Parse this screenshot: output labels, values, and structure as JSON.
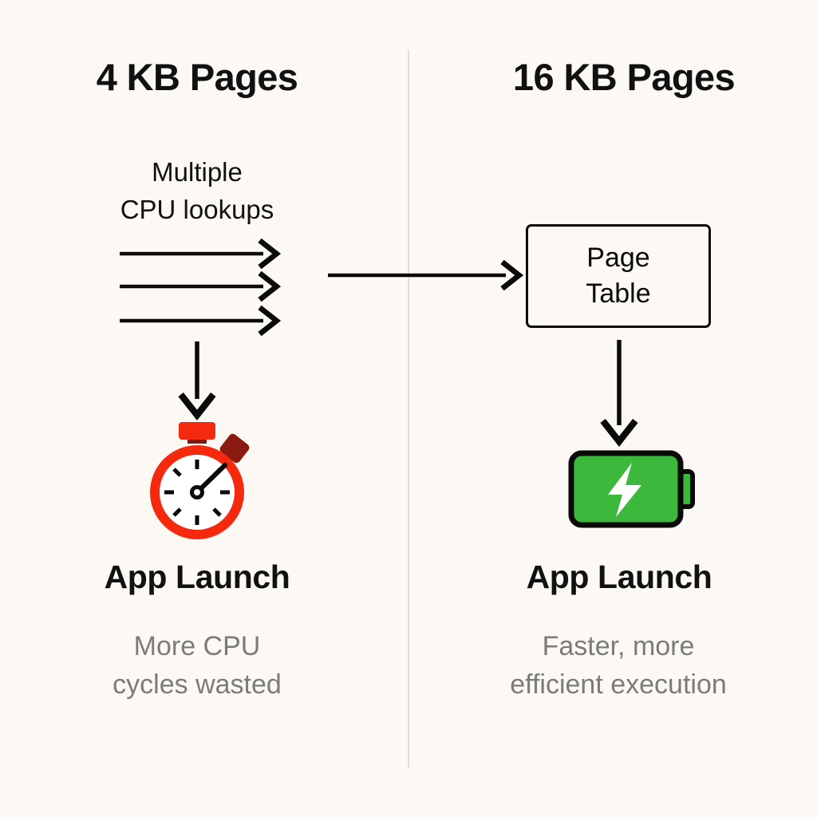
{
  "background_color": "#FCF8F3",
  "divider": {
    "color": "#E2DFDA"
  },
  "left_column": {
    "title": "4 KB Pages",
    "lookups_label": "Multiple\nCPU lookups",
    "lookup_arrow_count": 3,
    "icon": "stopwatch-icon",
    "icon_colors": {
      "body": "#F4290E",
      "button": "#8B1A10",
      "face": "#FFFFFF",
      "hand": "#0A0A0A"
    },
    "outcome_title": "App Launch",
    "outcome_sub": "More CPU\ncycles wasted"
  },
  "right_column": {
    "title": "16 KB Pages",
    "box_label": "Page\nTable",
    "icon": "battery-charging-icon",
    "icon_colors": {
      "fill": "#3CB83C",
      "outline": "#0A0A0A",
      "bolt": "#FFFFFF"
    },
    "outcome_title": "App Launch",
    "outcome_sub": "Faster, more\nefficient execution"
  },
  "connector": {
    "name": "cross-column-arrow",
    "direction": "right"
  },
  "text_colors": {
    "primary": "#111111",
    "muted": "#7B7B7B"
  }
}
